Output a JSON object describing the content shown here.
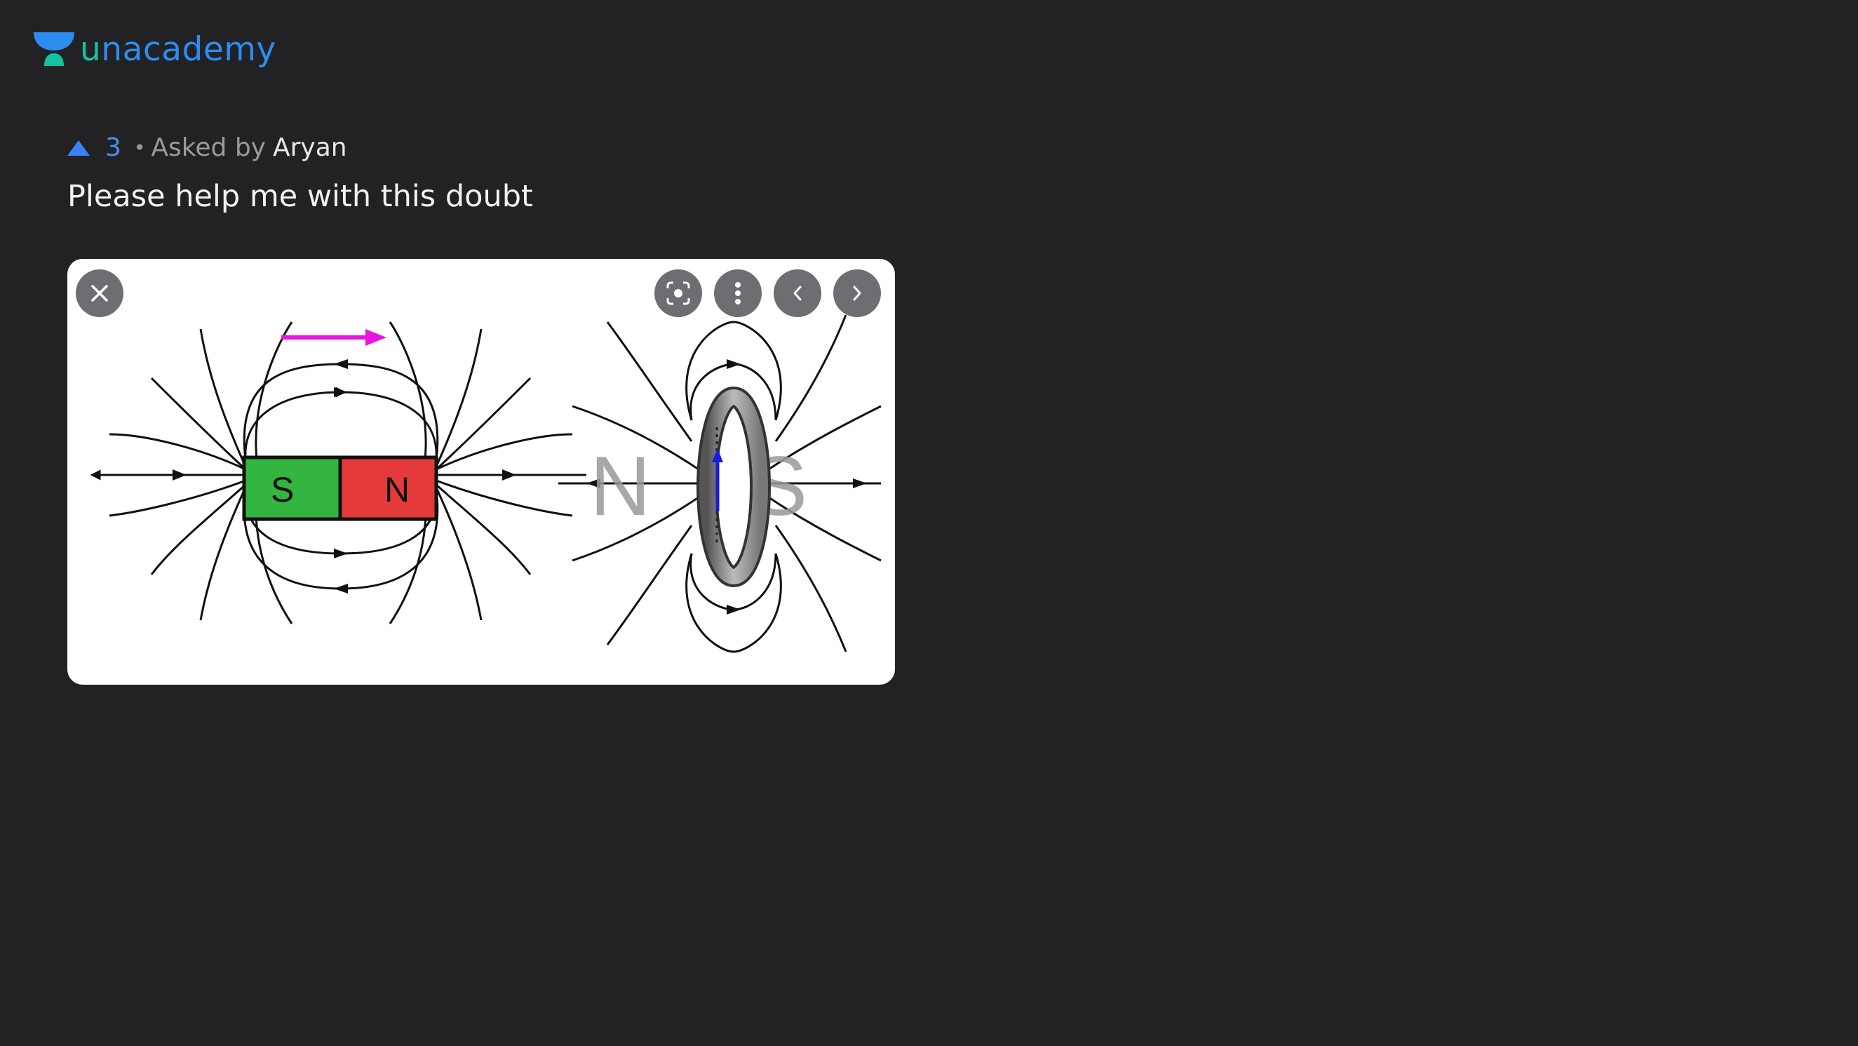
{
  "brand": {
    "name_first": "u",
    "name_rest": "nacademy",
    "accent": "#2d8cf0",
    "accent2": "#13c39f"
  },
  "question": {
    "upvotes": "3",
    "separator": "•",
    "asked_by_label": "Asked by",
    "asker": "Aryan",
    "text": "Please help me with this doubt"
  },
  "image": {
    "magnet_south": "S",
    "magnet_north": "N",
    "loop_north": "N",
    "loop_south": "S",
    "controls": [
      "close-icon",
      "lens-icon",
      "more-vertical-icon",
      "chevron-left-icon",
      "chevron-right-icon"
    ]
  },
  "colors": {
    "background": "#222224",
    "card": "#ffffff",
    "upvote": "#3b82f6",
    "magnet_green": "#33b540",
    "magnet_red": "#e43a3a",
    "arrow_magenta": "#e815e0"
  }
}
